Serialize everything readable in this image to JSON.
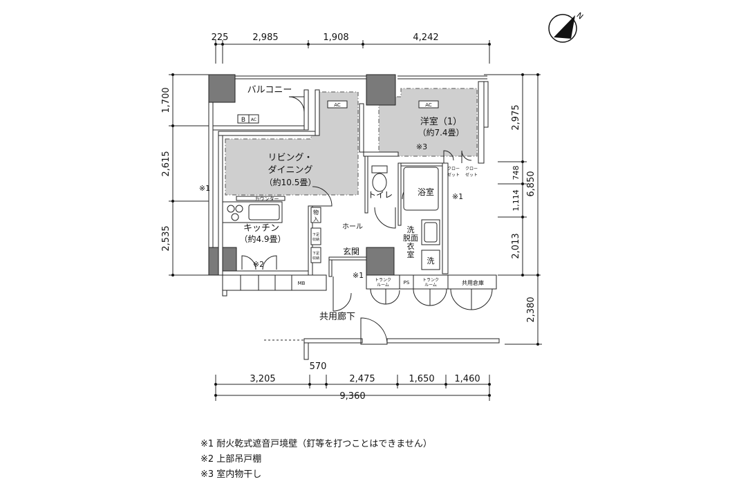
{
  "dimensions": {
    "top": [
      "225",
      "2,985",
      "1,908",
      "4,242"
    ],
    "left": [
      "1,700",
      "2,615",
      "2,535"
    ],
    "right_inner": [
      "2,975",
      "748",
      "1,114",
      "2,013"
    ],
    "right_outer": [
      "6,850",
      "2,380"
    ],
    "bottom_top": "570",
    "bottom": [
      "3,205",
      "2,475",
      "1,650",
      "1,460"
    ],
    "bottom_total": "9,360"
  },
  "rooms": {
    "balcony": "バルコニー",
    "living_l1": "リビング・",
    "living_l2": "ダイニング",
    "living_area": "（約10.5畳）",
    "western_name": "洋室（1）",
    "western_area": "（約7.4畳）",
    "note3_mark": "※3",
    "kitchen_name": "キッチン",
    "kitchen_area": "（約4.9畳）",
    "counter": "カウンター",
    "note2_mark": "※2",
    "note1_left": "※1",
    "note1_right": "※1",
    "note1_entry": "※1",
    "toilet": "トイレ",
    "bath": "浴室",
    "hall": "ホール",
    "entrance": "玄関",
    "wash_c1": "洗",
    "wash_c2": "脱面",
    "wash_c3": "衣",
    "wash_c4": "室",
    "washer": "洗",
    "storage_top": "物",
    "storage_bottom": "入",
    "closet_top": "クロー",
    "closet_bottom": "ゼット",
    "shoe_top": "下足",
    "shoe_bottom": "収納",
    "trunk_top": "トランク",
    "trunk_bottom": "ルーム",
    "ps": "PS",
    "shared_storage": "共用倉庫",
    "mb": "MB",
    "ac": "AC",
    "b": "B",
    "corridor": "共用廊下"
  },
  "notes": [
    "※1 耐火乾式遮音戸境壁（釘等を打つことはできません）",
    "※2 上部吊戸棚",
    "※3 室内物干し"
  ],
  "compass": "N"
}
